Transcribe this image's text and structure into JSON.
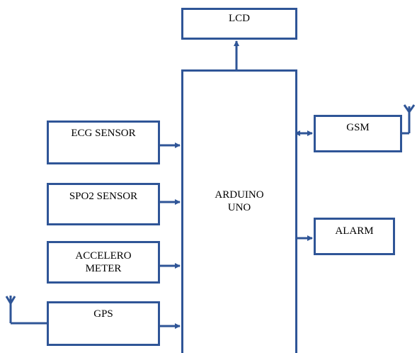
{
  "blocks": {
    "lcd": "LCD",
    "arduino": {
      "line1": "ARDUINO",
      "line2": "UNO"
    },
    "ecg_sensor": "ECG SENSOR",
    "spo2_sensor": "SPO2 SENSOR",
    "accelerometer": {
      "line1": "ACCELERO",
      "line2": "METER"
    },
    "gps": "GPS",
    "gsm": "GSM",
    "alarm": "ALARM"
  },
  "colors": {
    "box_border": "#2f5597",
    "connector": "#2f5597",
    "text": "#000000",
    "background": "#ffffff"
  }
}
